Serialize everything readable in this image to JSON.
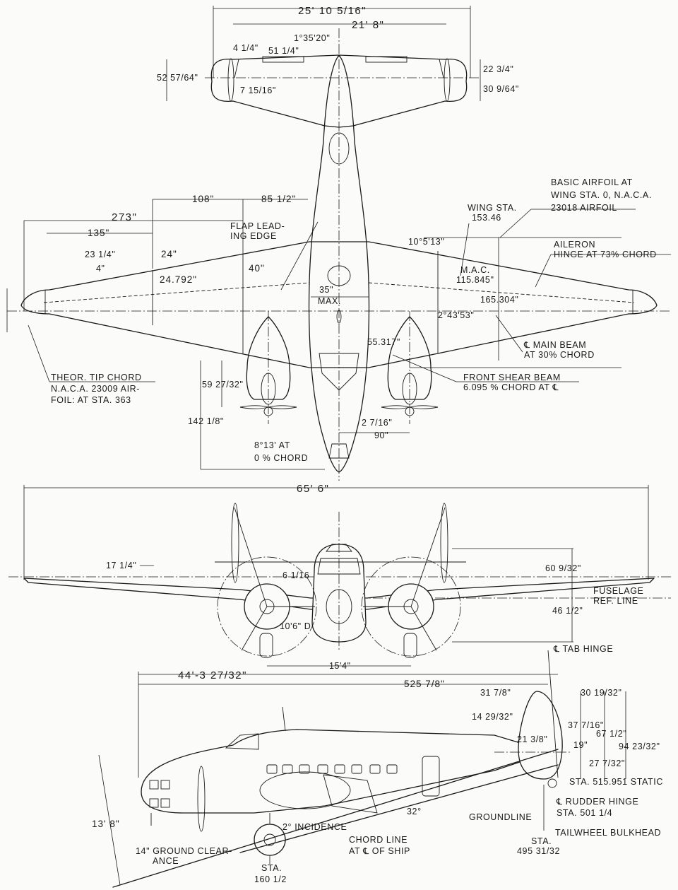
{
  "title": "Three-view dimensional drawing of a twin-engine aircraft",
  "plan_view": {
    "horizontal_tail": {
      "span_overall": "25' 10 5/16\"",
      "span_stab": "21' 8\"",
      "dihedral_angle": "1°35'20\"",
      "tab_length": "51 1/4\"",
      "tip_offset": "4 1/4\"",
      "tip_cap": "7 15/16\"",
      "root_chord": "52 57/64\"",
      "forward_of_hinge": "22 3/4\"",
      "aft_of_hinge": "30 9/64\""
    },
    "wing": {
      "dim_273": "273\"",
      "dim_135": "135\"",
      "dim_108": "108\"",
      "dim_85_1_2": "85 1/2\"",
      "aileron_tab": "23 1/4\"",
      "tab_width": "4\"",
      "dim_24": "24\"",
      "chord_24_792": "24.792\"",
      "flap_chord": "40\"",
      "flap_leading_edge": [
        "FLAP LEAD-",
        "ING EDGE"
      ],
      "fuselage_width": [
        "35\"",
        "MAX."
      ],
      "sweep_angle": "10°5'13\"",
      "wing_sta": [
        "WING STA.",
        "153.46"
      ],
      "mac": [
        "M.A.C.",
        "115.845\""
      ],
      "basic_airfoil": [
        "BASIC AIRFOIL AT",
        "WING STA. 0, N.A.C.A.",
        "23018 AIRFOIL"
      ],
      "aileron_hinge": [
        "AILERON",
        "HINGE AT 73% CHORD"
      ],
      "root_chord_165": "165.304\"",
      "angle_2_43_53": "2°43'53\"",
      "main_beam": [
        "℄ MAIN BEAM",
        "AT 30% CHORD"
      ],
      "dim_55_317": "55.317\"",
      "front_shear_beam": [
        "FRONT SHEAR BEAM",
        "6.095 % CHORD AT ℄"
      ],
      "tip_chord": [
        "THEOR. TIP CHORD",
        "N.A.C.A. 23009 AIR-",
        "FOIL: AT STA. 363"
      ],
      "nacelle_len": "59 27/32\"",
      "prop_to_le": "142 1/8\"",
      "prop_offset": "2 7/16\"",
      "engine_spacing": "90\"",
      "angle_8_13": [
        "8°13' AT",
        "0 % CHORD"
      ]
    }
  },
  "front_view": {
    "span": "65' 6\"",
    "tip_dihedral": "17 1/4\"",
    "prop_clearance": "6 1/16",
    "prop_diameter": "10'6\" D",
    "above_ref": "60 9/32\"",
    "fuselage_ref": [
      "FUSELAGE",
      "REF. LINE"
    ],
    "below_ref": "46 1/2\"",
    "tread": "15'4\""
  },
  "side_view": {
    "overall_length": "44'-3 27/32\"",
    "sta_length": "525 7/8\"",
    "tab_hinge": "℄ TAB HINGE",
    "fin_fwd": "31 7/8\"",
    "fin_aft": "30 19/32\"",
    "fin_14": "14 29/32\"",
    "fin_37": "37 7/16\"",
    "fin_67": "67 1/2\"",
    "fin_21": "21 3/8\"",
    "fin_19": "19\"",
    "fin_94": "94 23/32\"",
    "fin_27": "27 7/32\"",
    "static_sta": "STA. 515.951 STATIC",
    "rudder_hinge": [
      "℄ RUDDER HINGE",
      "STA. 501 1/4"
    ],
    "groundline": "GROUNDLINE",
    "tailwheel_bulkhead": "TAILWHEEL BULKHEAD",
    "sta_495": [
      "STA.",
      "495 31/32"
    ],
    "height": "13' 8\"",
    "ground_clearance": [
      "14\" GROUND CLEAR-",
      "ANCE"
    ],
    "incidence": "2° INCIDENCE",
    "chord_line": [
      "CHORD LINE",
      "AT ℄ OF SHIP"
    ],
    "angle_32": "32°",
    "sta_160": [
      "STA.",
      "160 1/2"
    ]
  }
}
